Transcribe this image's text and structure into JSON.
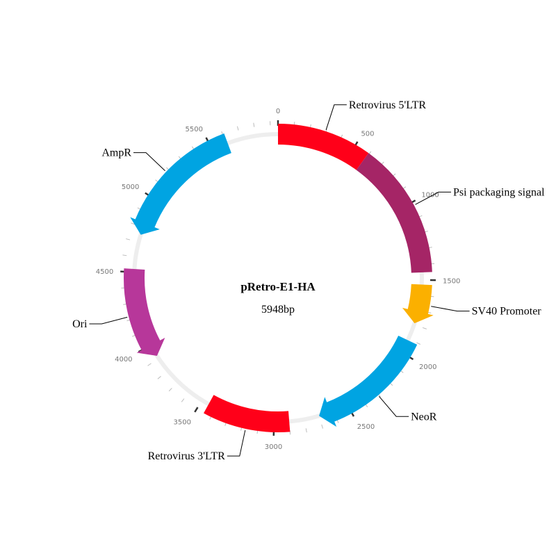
{
  "plasmid": {
    "name": "pRetro-E1-HA",
    "length_label": "5948bp",
    "length": 5948,
    "backbone_color": "#eeeeee"
  },
  "ticks": {
    "major_values": [
      0,
      500,
      1000,
      1500,
      2000,
      2500,
      3000,
      3500,
      4000,
      4500,
      5000,
      5500
    ],
    "major_labels": [
      "0",
      "500",
      "1000",
      "1500",
      "2000",
      "2500",
      "3000",
      "3500",
      "4000",
      "4500",
      "5000",
      "5500"
    ],
    "minor_step": 100
  },
  "features": [
    {
      "name": "Retrovirus 5'LTR",
      "start": 0,
      "end": 594,
      "color": "#ff0019",
      "arrow": "none"
    },
    {
      "name": "Psi packaging signal",
      "start": 594,
      "end": 1450,
      "color": "#a52566",
      "arrow": "none"
    },
    {
      "name": "SV40 Promoter",
      "start": 1530,
      "end": 1790,
      "color": "#fbb000",
      "arrow": "forward"
    },
    {
      "name": "NeoR",
      "start": 1910,
      "end": 2700,
      "color": "#00a4e2",
      "arrow": "forward"
    },
    {
      "name": "Retrovirus 3'LTR",
      "start": 2900,
      "end": 3450,
      "color": "#ff0019",
      "arrow": "none"
    },
    {
      "name": "Ori",
      "start": 3920,
      "end": 4520,
      "color": "#b7379a",
      "arrow": "reverse"
    },
    {
      "name": "AmpR",
      "start": 4750,
      "end": 5610,
      "color": "#00a4e2",
      "arrow": "reverse"
    }
  ]
}
